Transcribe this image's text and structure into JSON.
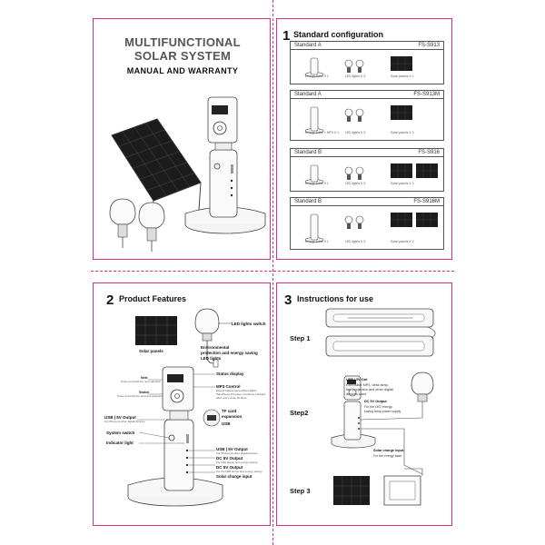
{
  "cover": {
    "title_line1": "MULTIFUNCTIONAL",
    "title_line2": "SOLAR SYSTEM",
    "subtitle": "MANUAL AND WARRANTY"
  },
  "standard_config": {
    "number": "1",
    "title": "Standard configuration",
    "configs": [
      {
        "name": "Standard A",
        "model": "FS-S913",
        "captions": [
          "Energy base X 1",
          "LED lights X 2",
          "Solar panels X 1"
        ]
      },
      {
        "name": "Standard A",
        "model": "FS-S913M",
        "captions": [
          "Energy base + MP3 X 1",
          "LED lights X 2",
          "Solar panels X 1"
        ]
      },
      {
        "name": "Standard B",
        "model": "FS-S916",
        "captions": [
          "Energy base X 1",
          "LED lights X 2",
          "Solar panels X 1"
        ]
      },
      {
        "name": "Standard B",
        "model": "FS-S916M",
        "captions": [
          "Energy base X 1",
          "LED lights X 2",
          "Solar panels X 2"
        ]
      }
    ]
  },
  "product_features": {
    "number": "2",
    "title": "Product Features",
    "solar_panels": "Solar panels",
    "led_switch": "LED lights switch",
    "env_line1": "Environmental",
    "env_line2": "protection and energy saving",
    "env_line3": "LED lights",
    "status_display": "Status display",
    "mp3_control": "MP3 Control",
    "mp3_sub1": "Extend battery stored Bass Effect",
    "mp3_sub2": "Play/Pause Previous / Continue Forward",
    "mp3_sub3": "after every close hit Mute",
    "next": "Next",
    "next_sub": "Press and hold the next selection",
    "switch": "Switch",
    "switch_sub": "Press and hold the previous selection",
    "tf_card_line1": "TF card",
    "tf_card_line2": "expansion",
    "usb": "USB",
    "usb_left": "USB | 5V Output",
    "usb_left_sub": "For Phone & other digital devices",
    "system_switch": "System switch",
    "indicator_light": "Indicator light",
    "out1": "USB | 5V Output",
    "out1_sub": "For Phones & other digital devices",
    "out2": "DC 5V Output",
    "out2_sub": "For LED lamps and energy saving",
    "out3": "DC 5V Output",
    "out3_sub": "For the LED lamps and energy saving",
    "solar_input": "Solar charge input"
  },
  "instructions": {
    "number": "3",
    "title": "Instructions for use",
    "step1": "Step 1",
    "step2": "Step2",
    "step3": "Step 3",
    "usb_out_title": "USB | 5V Out",
    "usb_out_desc1": "Extensible MP3, desk lamp,",
    "usb_out_desc2": "fan, projection and other digital",
    "usb_out_desc3": "devices used",
    "dc_out_title": "DC 5V Output",
    "dc_out_desc1": "For the LED energy-",
    "dc_out_desc2": "saving lamp power supply",
    "solar_in_title": "Solar charge input",
    "solar_in_desc": "For the energy base"
  },
  "colors": {
    "border": "#d62f86",
    "ink": "#222222",
    "panel_fill": "#1c1c1c"
  }
}
